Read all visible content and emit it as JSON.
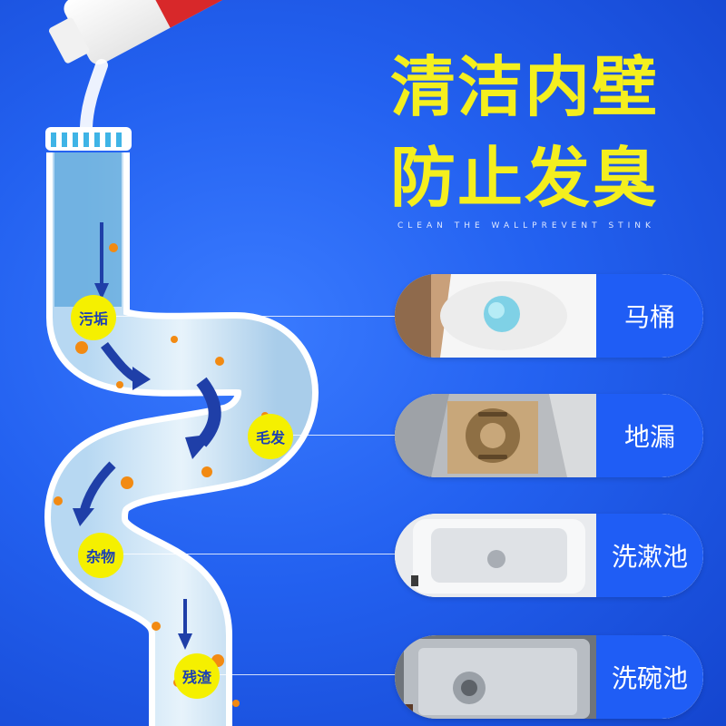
{
  "headline": {
    "line1": "清洁内壁",
    "line2": "防止发臭",
    "subtitle": "CLEAN THE WALLPREVENT STINK"
  },
  "pipe_labels": {
    "dirt": "污垢",
    "hair": "毛发",
    "debris": "杂物",
    "residue": "残渣"
  },
  "applications": [
    {
      "label": "马桶",
      "photo": "toilet-photo"
    },
    {
      "label": "地漏",
      "photo": "floor-drain-photo"
    },
    {
      "label": "洗漱池",
      "photo": "washbasin-photo"
    },
    {
      "label": "洗碗池",
      "photo": "kitchen-sink-photo"
    }
  ],
  "colors": {
    "accent_yellow": "#f4ef1e",
    "tag_blue": "#1f5df5",
    "background_blue": "#2361f0"
  }
}
